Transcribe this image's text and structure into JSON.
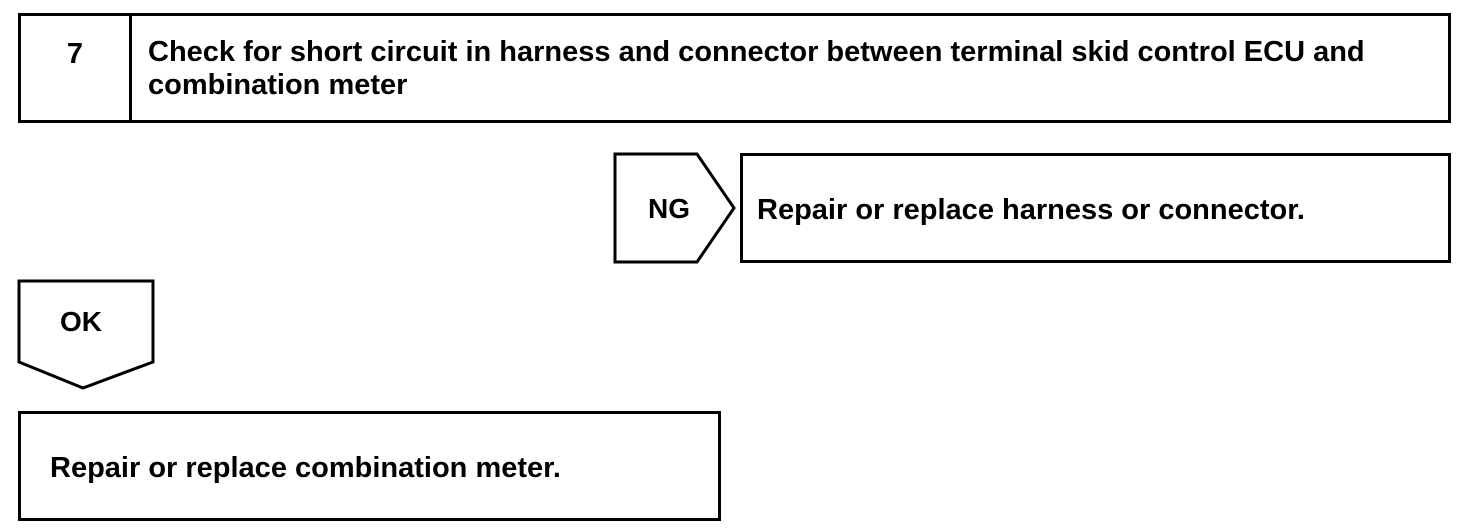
{
  "step": {
    "number": "7",
    "title": "Check for short circuit in harness and connector between terminal skid control ECU and combination meter"
  },
  "ng_branch": {
    "label": "NG",
    "action": "Repair or replace harness or connector."
  },
  "ok_branch": {
    "label": "OK",
    "action": "Repair or replace combination meter."
  }
}
